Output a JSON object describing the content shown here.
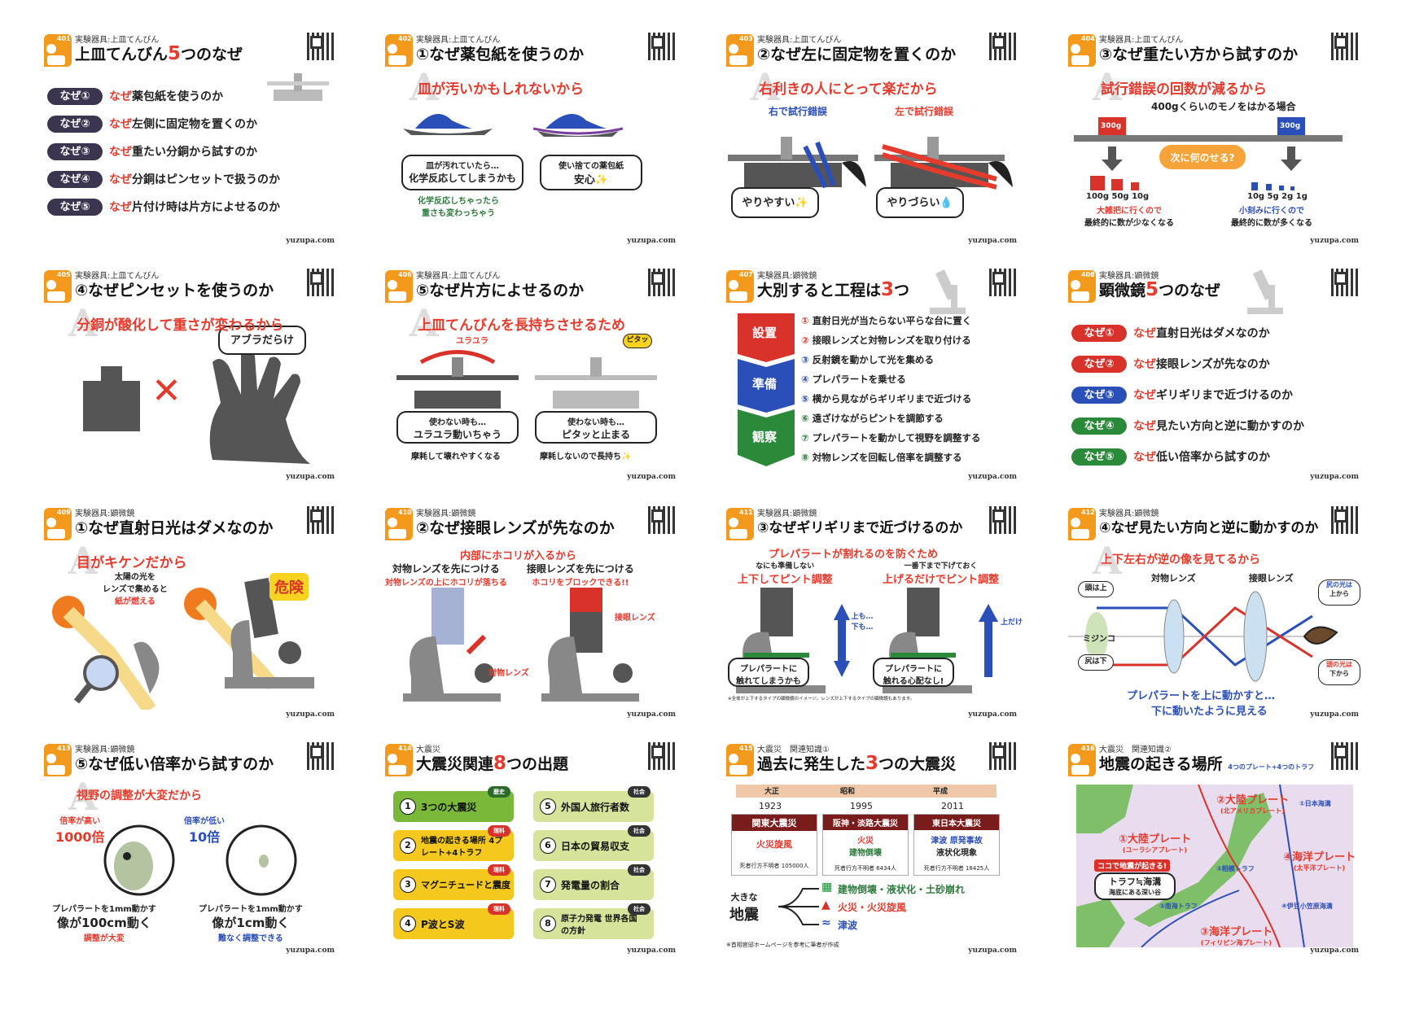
{
  "cards": {
    "c401": {
      "num": "401",
      "sub": "実験器具:上皿てんびん",
      "title_a": "上皿てんびん",
      "title_hl": "5",
      "title_b": "つのなぜ",
      "rows": [
        {
          "pill": "なぜ①",
          "q_r": "なぜ",
          "q": "薬包紙を使うのか"
        },
        {
          "pill": "なぜ②",
          "q_r": "なぜ",
          "q": "左側に固定物を置くのか"
        },
        {
          "pill": "なぜ③",
          "q_r": "なぜ",
          "q": "重たい分銅から試すのか"
        },
        {
          "pill": "なぜ④",
          "q_r": "なぜ",
          "q": "分銅はピンセットで扱うのか"
        },
        {
          "pill": "なぜ⑤",
          "q_r": "なぜ",
          "q": "片付け時は片方によせるのか"
        }
      ]
    },
    "c402": {
      "num": "402",
      "sub": "実験器具:上皿てんびん",
      "title": "①なぜ薬包紙を使うのか",
      "answer": "皿が汚いかもしれないから",
      "b1a": "皿が汚れていたら…",
      "b1b": "化学反応してしまうかも",
      "b2a": "使い捨ての薬包紙",
      "b2b": "安心✨",
      "g1": "化学反応しちゃったら",
      "g2": "重さも変わっちゃう"
    },
    "c403": {
      "num": "403",
      "sub": "実験器具:上皿てんびん",
      "title": "②なぜ左に固定物を置くのか",
      "answer": "右利きの人にとって楽だから",
      "l1": "右で試行錯誤",
      "l2": "左で試行錯誤",
      "b1": "やりやすい✨",
      "b2": "やりづらい💧"
    },
    "c404": {
      "num": "404",
      "sub": "実験器具:上皿てんびん",
      "title": "③なぜ重たい方から試すのか",
      "answer": "試行錯誤の回数が減るから",
      "top": "400gくらいのモノをはかる場合",
      "w1": "300g",
      "w2": "300g",
      "q": "次に何のせる?",
      "left_w": "100g  50g  10g",
      "right_w": "10g  5g  2g  1g",
      "l1": "大雑把に行くので",
      "l2": "最終的に数が少なくなる",
      "r1": "小刻みに行くので",
      "r2": "最終的に数が多くなる"
    },
    "c405": {
      "num": "405",
      "sub": "実験器具:上皿てんびん",
      "title": "④なぜピンセットを使うのか",
      "answer": "分銅が酸化して重さが変わるから",
      "bubble": "アブラだらけ"
    },
    "c406": {
      "num": "406",
      "sub": "実験器具:上皿てんびん",
      "title": "⑤なぜ片方によせるのか",
      "answer": "上皿てんびんを長持ちさせるため",
      "yura": "ユラユラ",
      "pita": "ピタッ",
      "b1a": "使わない時も…",
      "b1b": "ユラユラ動いちゃう",
      "b2a": "使わない時も…",
      "b2b": "ピタッと止まる",
      "c1": "摩耗して壊れやすくなる",
      "c2": "摩耗しないので長持ち✨"
    },
    "c407": {
      "num": "407",
      "sub": "実験器具:顕微鏡",
      "title_a": "大別すると工程は",
      "title_hl": "3",
      "title_b": "つ",
      "g1": "設置",
      "g2": "準備",
      "g3": "観察",
      "steps": [
        "直射日光が当たらない平らな台に置く",
        "接眼レンズと対物レンズを取り付ける",
        "反射鏡を動かして光を集める",
        "プレパラートを乗せる",
        "横から見ながらギリギリまで近づける",
        "遠ざけながらピントを調節する",
        "プレパラートを動かして視野を調整する",
        "対物レンズを回転し倍率を調整する"
      ],
      "nums": [
        "①",
        "②",
        "③",
        "④",
        "⑤",
        "⑥",
        "⑦",
        "⑧"
      ]
    },
    "c408": {
      "num": "408",
      "sub": "実験器具:顕微鏡",
      "title_a": "顕微鏡",
      "title_hl": "5",
      "title_b": "つのなぜ",
      "rows": [
        {
          "pill": "なぜ①",
          "q_r": "なぜ",
          "q": "直射日光はダメなのか"
        },
        {
          "pill": "なぜ②",
          "q_r": "なぜ",
          "q": "接眼レンズが先なのか"
        },
        {
          "pill": "なぜ③",
          "q_r": "なぜ",
          "q": "ギリギリまで近づけるのか"
        },
        {
          "pill": "なぜ④",
          "q_r": "なぜ",
          "q": "見たい方向と逆に動かすのか"
        },
        {
          "pill": "なぜ⑤",
          "q_r": "なぜ",
          "q": "低い倍率から試すのか"
        }
      ]
    },
    "c409": {
      "num": "409",
      "sub": "実験器具:顕微鏡",
      "title": "①なぜ直射日光はダメなのか",
      "answer": "目がキケンだから",
      "t1": "太陽の光を",
      "t2": "レンズで集めると",
      "t3": "紙が燃える",
      "danger": "危険"
    },
    "c410": {
      "num": "410",
      "sub": "実験器具:顕微鏡",
      "title": "②なぜ接眼レンズが先なのか",
      "answer": "内部にホコリが入るから",
      "l1": "対物レンズを先につける",
      "l1r": "対物レンズの上にホコリが落ちる",
      "l2": "接眼レンズを先につける",
      "l2r": "ホコリをブロックできる!!",
      "a1": "接眼レンズ",
      "a2": "対物レンズ"
    },
    "c411": {
      "num": "411",
      "sub": "実験器具:顕微鏡",
      "title": "③なぜギリギリまで近づけるのか",
      "answer": "プレパラートが割れるのを防ぐため",
      "s1": "なにも準備しない",
      "h1": "上下してピント調整",
      "s2": "一番下まで下げておく",
      "h2": "上げるだけでピント調整",
      "m1": "上も…下も…",
      "m2": "上だけ",
      "b1a": "プレパラートに",
      "b1b": "触れてしまうかも",
      "b2a": "プレパラートに",
      "b2b": "触れる心配なし!",
      "note": "※全体が上下するタイプの顕微鏡のイメージ。レンズが上下するタイプの顕微鏡もあります。"
    },
    "c412": {
      "num": "412",
      "sub": "実験器具:顕微鏡",
      "title": "④なぜ見たい方向と逆に動かすのか",
      "answer": "上下左右が逆の像を見てるから",
      "obj": "対物レンズ",
      "eye": "接眼レンズ",
      "head": "頭は上",
      "tail": "尻は下",
      "mijinko": "ミジンコ",
      "tr1": "尻の光は",
      "tr2": "上から",
      "br1": "頭の光は",
      "br2": "下から",
      "c1": "プレパラートを上に動かすと…",
      "c2": "下に動いたように見える"
    },
    "c413": {
      "num": "413",
      "sub": "実験器具:顕微鏡",
      "title": "⑤なぜ低い倍率から試すのか",
      "answer": "視野の調整が大変だから",
      "h1": "倍率が高い",
      "h1n": "1000倍",
      "h2": "倍率が低い",
      "h2n": "10倍",
      "p1": "プレパラートを1mm動かす",
      "p2": "プレパラートを1mm動かす",
      "big1": "像が100cm動く",
      "big2": "像が1cm動く",
      "r1": "調整が大変",
      "r2": "難なく調整できる"
    },
    "c414": {
      "num": "414",
      "sub": "大震災",
      "title_a": "大震災関連",
      "title_hl": "8",
      "title_b": "つの出題",
      "tiles": [
        {
          "n": "1",
          "t": "3つの大震災",
          "tag": "歴史"
        },
        {
          "n": "5",
          "t": "外国人旅行者数",
          "tag": "社会"
        },
        {
          "n": "2",
          "t": "地震の起きる場所 4プレート+4トラフ",
          "tag": "理科"
        },
        {
          "n": "6",
          "t": "日本の貿易収支",
          "tag": "社会"
        },
        {
          "n": "3",
          "t": "マグニチュードと震度",
          "tag": "理科"
        },
        {
          "n": "7",
          "t": "発電量の割合",
          "tag": "社会"
        },
        {
          "n": "4",
          "t": "P波とS波",
          "tag": "理科"
        },
        {
          "n": "8",
          "t": "原子力発電 世界各国の方針",
          "tag": "社会"
        }
      ]
    },
    "c415": {
      "num": "415",
      "sub": "大震災　関連知識①",
      "title_a": "過去に発生した",
      "title_hl": "3",
      "title_b": "つの大震災",
      "eras": [
        "大正",
        "昭和",
        "平成"
      ],
      "years": [
        "1923",
        "1995",
        "2011"
      ],
      "names": [
        "関東大震災",
        "阪神・淡路大震災",
        "東日本大震災"
      ],
      "d1": "火災旋風",
      "d2a": "火災",
      "d2b": "建物倒壊",
      "d3a": "津波 原発事故",
      "d3b": "液状化現象",
      "v1": "死者行方不明者 105000人",
      "v2": "死者行方不明者 6434人",
      "v3": "死者行方不明者 18425人",
      "big1": "大きな",
      "big2": "地震",
      "e1": "建物倒壊・液状化・土砂崩れ",
      "e2": "火災・火災旋風",
      "e3": "津波",
      "note": "※首相官邸ホームページを参考に筆者が作成"
    },
    "c416": {
      "num": "416",
      "sub": "大震災　関連知識②",
      "title": "地震の起きる場所",
      "title_s": "4つのプレート+4つのトラフ",
      "p1": "①大陸プレート",
      "p1s": "(ユーラシアプレート)",
      "p2": "②大陸プレート",
      "p2s": "(北アメリカプレート)",
      "p3": "③海洋プレート",
      "p3s": "(フィリピン海プレート)",
      "p4": "④海洋プレート",
      "p4s": "(太平洋プレート)",
      "koko": "ココで地震が起きる!",
      "tr": "トラフ≒海溝",
      "trs": "海底にある深い谷",
      "t1": "①日本海溝",
      "t2": "②相模トラフ",
      "t3": "③南海トラフ",
      "t4": "④伊豆小笠原海溝"
    }
  },
  "footer": "yuzupa.com"
}
